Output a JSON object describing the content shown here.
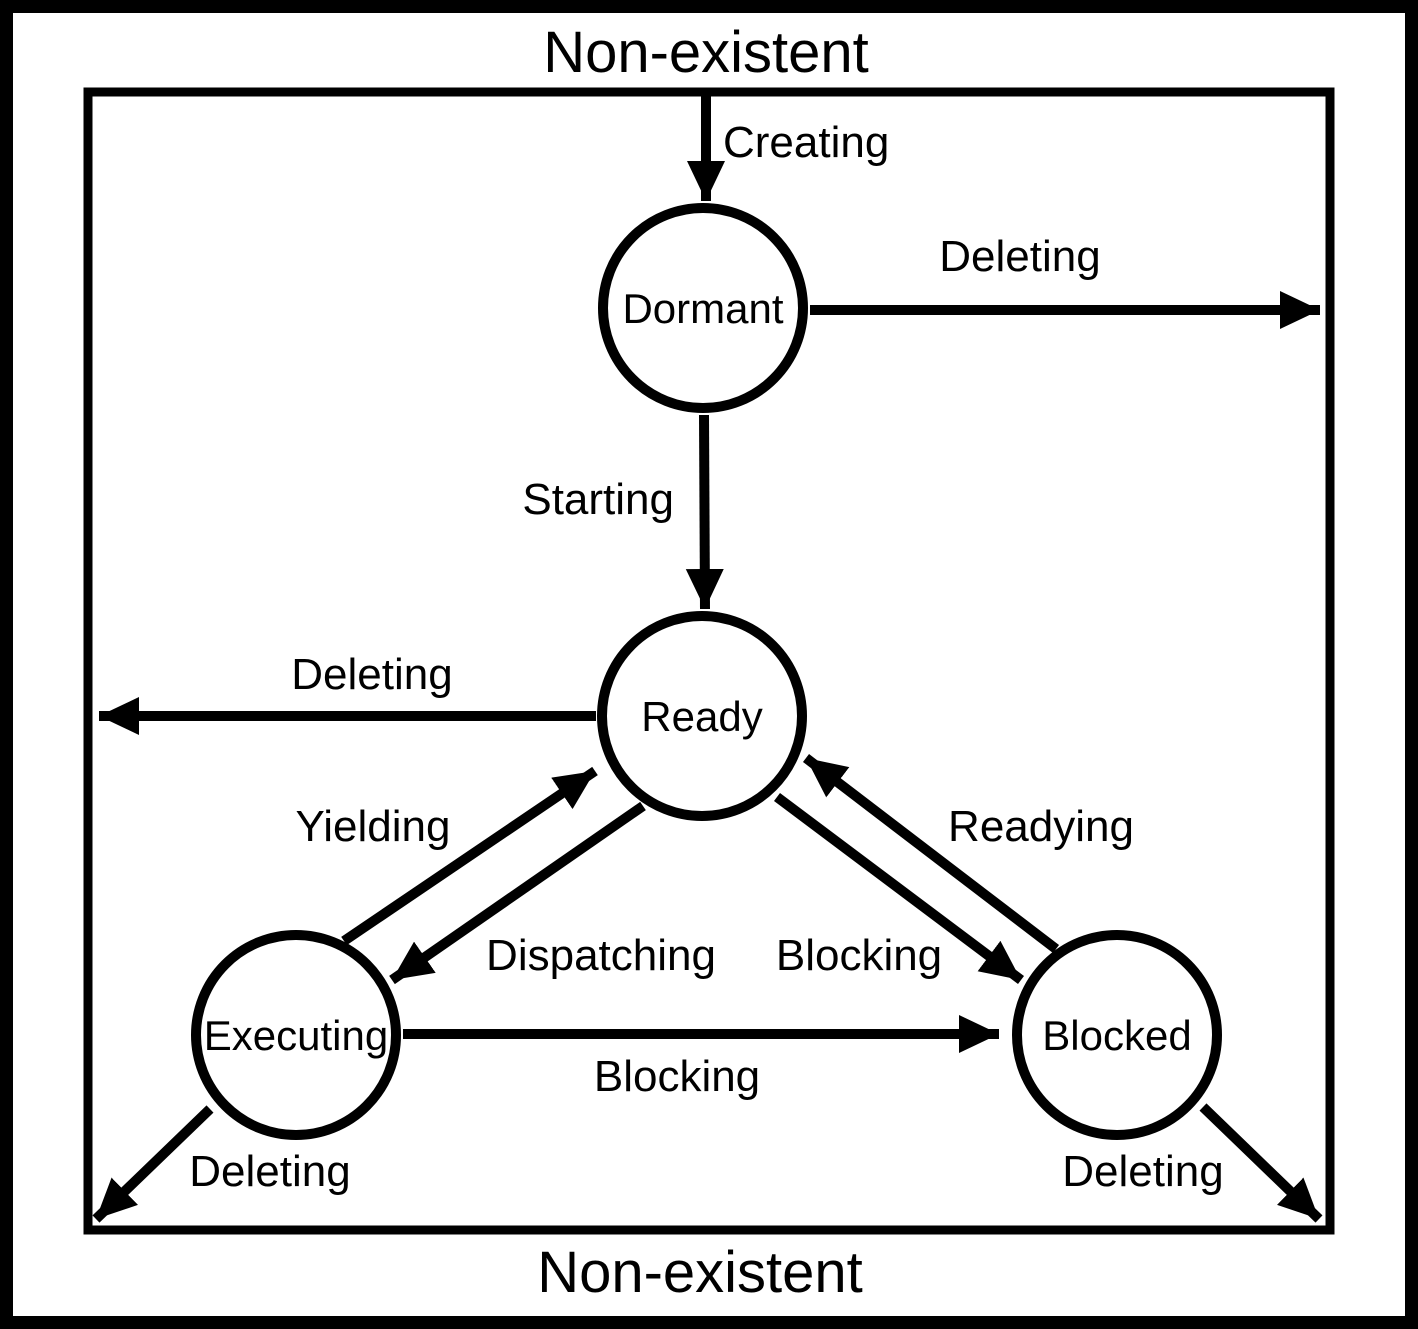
{
  "diagram": {
    "title_top": "Non-existent",
    "title_bottom": "Non-existent",
    "states": {
      "dormant": "Dormant",
      "ready": "Ready",
      "executing": "Executing",
      "blocked": "Blocked"
    },
    "transitions": {
      "creating": "Creating",
      "deleting_dormant": "Deleting",
      "starting": "Starting",
      "deleting_ready": "Deleting",
      "yielding": "Yielding",
      "dispatching": "Dispatching",
      "blocking_ready_to_blocked": "Blocking",
      "readying": "Readying",
      "blocking_executing_to_blocked": "Blocking",
      "deleting_executing": "Deleting",
      "deleting_blocked": "Deleting"
    },
    "colors": {
      "stroke": "#000000",
      "background": "#ffffff"
    }
  }
}
